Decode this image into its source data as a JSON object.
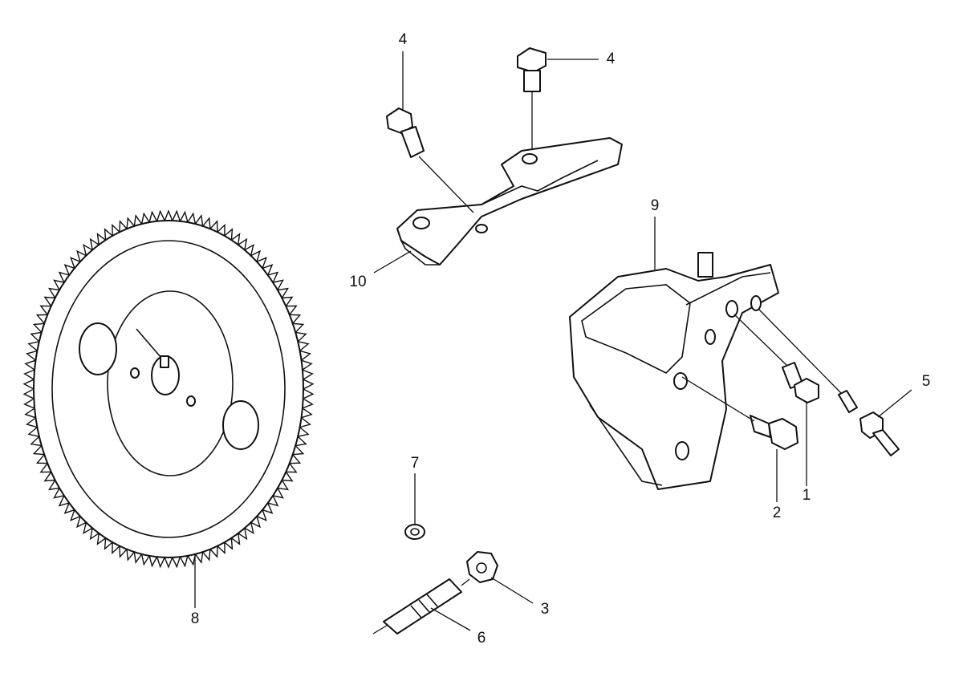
{
  "callouts": {
    "c1": "1",
    "c2": "2",
    "c3": "3",
    "c4a": "4",
    "c4b": "4",
    "c5": "5",
    "c6": "6",
    "c7": "7",
    "c8": "8",
    "c9": "9",
    "c10": "10"
  },
  "colors": {
    "line": "#111111",
    "background": "#ffffff"
  }
}
